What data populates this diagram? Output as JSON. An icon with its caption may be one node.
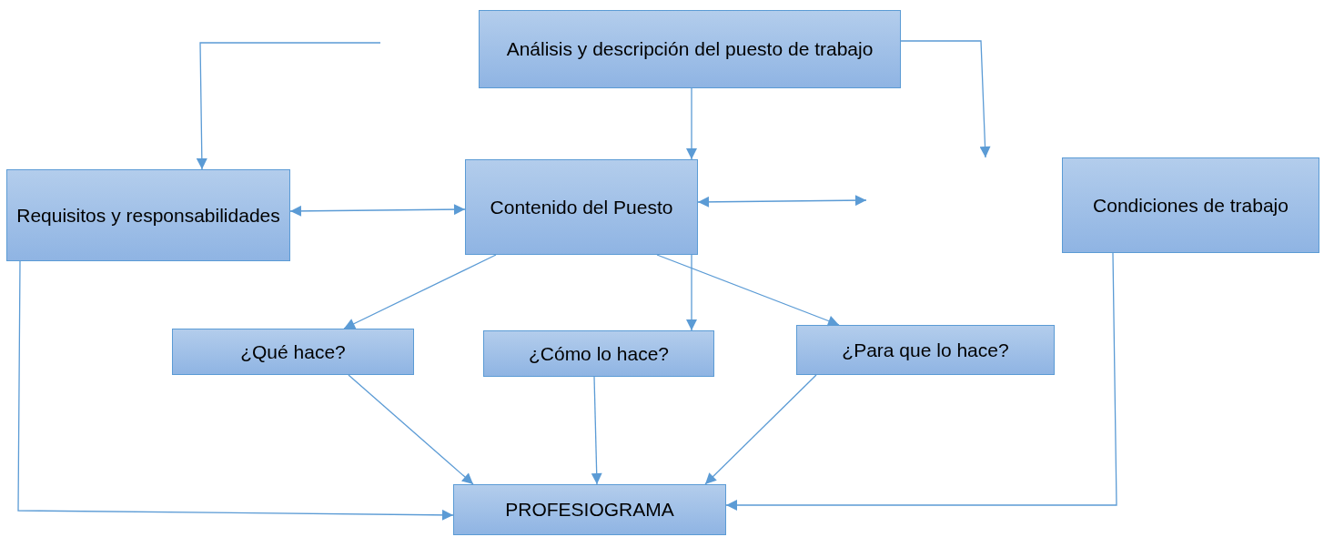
{
  "diagram": {
    "nodes": [
      {
        "text": [
          "Análisis y descripción del puesto de trabajo"
        ]
      },
      {
        "text": [
          "Requisitos y responsabilidades"
        ]
      },
      {
        "text": [
          "Contenido del Puesto"
        ]
      },
      {
        "text": [
          "Condiciones de trabajo"
        ]
      },
      {
        "text": [
          "¿Qué hace?"
        ]
      },
      {
        "text": [
          "¿Cómo lo hace?"
        ]
      },
      {
        "text": [
          "¿Para que lo hace?"
        ]
      },
      {
        "text": [
          "PROFESIOGRAMA"
        ]
      }
    ],
    "edges": [
      {
        "from": null,
        "to": 1,
        "arrow": "to"
      },
      {
        "from": 0,
        "to": null,
        "arrow": "to"
      },
      {
        "from": 0,
        "to": 2,
        "arrow": "to"
      },
      {
        "from": 1,
        "to": 2,
        "arrow": "both"
      },
      {
        "from": 2,
        "to": null,
        "arrow": "both"
      },
      {
        "from": 2,
        "to": 4,
        "arrow": "to"
      },
      {
        "from": 2,
        "to": 5,
        "arrow": "to"
      },
      {
        "from": 2,
        "to": 6,
        "arrow": "to"
      },
      {
        "from": 4,
        "to": 7,
        "arrow": "to"
      },
      {
        "from": 5,
        "to": 7,
        "arrow": "to"
      },
      {
        "from": 6,
        "to": 7,
        "arrow": "to"
      },
      {
        "from": 1,
        "to": 7,
        "arrow": "to"
      },
      {
        "from": 3,
        "to": 7,
        "arrow": "to"
      }
    ]
  }
}
